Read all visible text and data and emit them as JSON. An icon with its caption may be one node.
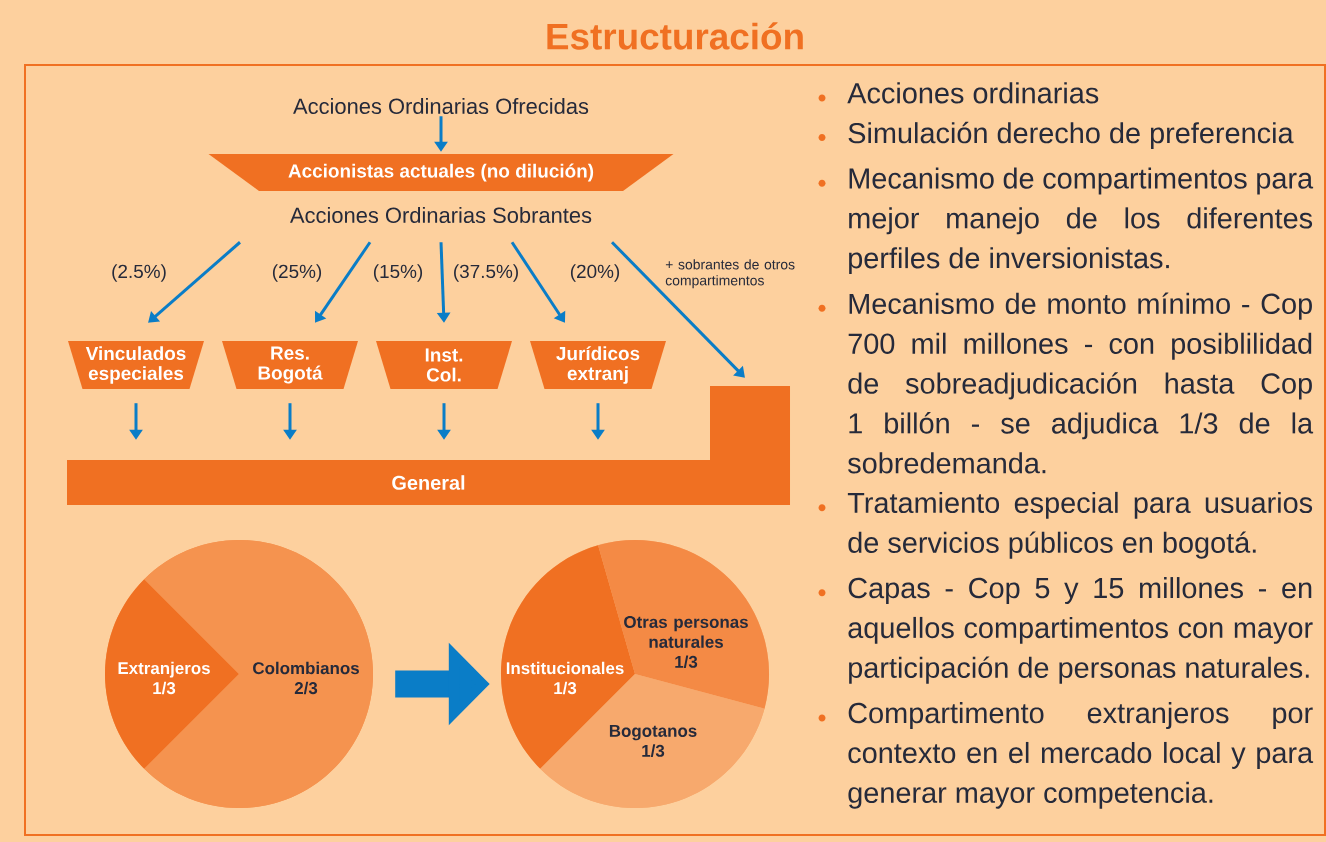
{
  "diagram": {
    "title": "Estructuración",
    "nodes": [
      {
        "text": [
          "Acciones Ordinarias Ofrecidas"
        ]
      },
      {
        "text": [
          "Accionistas actuales (no dilución)"
        ]
      },
      {
        "text": [
          "Acciones Ordinarias Sobrantes"
        ]
      },
      {
        "text": [
          "Vinculados especiales"
        ]
      },
      {
        "text": [
          "Res. Bogotá"
        ]
      },
      {
        "text": [
          "Inst. Col."
        ]
      },
      {
        "text": [
          "Jurídicos extranj"
        ]
      },
      {
        "text": [
          "General"
        ]
      },
      {
        "text": [],
        "shape": "circle"
      },
      {
        "text": [
          "Extranjeros",
          "1/3"
        ],
        "in": 8
      },
      {
        "text": [
          "Colombianos",
          "2/3"
        ],
        "in": 8
      },
      {
        "text": [],
        "shape": "circle"
      },
      {
        "text": [
          "Institucionales",
          "1/3"
        ],
        "in": 11
      },
      {
        "text": [
          "Otras personas naturales",
          "1/3"
        ],
        "in": 11
      },
      {
        "text": [
          "Bogotanos",
          "1/3"
        ],
        "in": 11
      }
    ],
    "edges": [
      {
        "from": 0,
        "to": 1,
        "arrow": "to"
      },
      {
        "from": 2,
        "to": 3,
        "arrow": "to",
        "label": "(2.5%)"
      },
      {
        "from": 2,
        "to": 4,
        "arrow": "to",
        "label": "(25%)"
      },
      {
        "from": 2,
        "to": 5,
        "arrow": "to",
        "label": "(15%)"
      },
      {
        "from": 2,
        "to": 6,
        "arrow": "to",
        "label": "(37.5%)"
      },
      {
        "from": 2,
        "to": 7,
        "arrow": "to",
        "label": "(20%)"
      },
      {
        "from": 3,
        "to": 7,
        "arrow": "to"
      },
      {
        "from": 4,
        "to": 7,
        "arrow": "to"
      },
      {
        "from": 5,
        "to": 7,
        "arrow": "to"
      },
      {
        "from": 6,
        "to": 7,
        "arrow": "to"
      },
      {
        "from": 8,
        "to": 11,
        "arrow": "to",
        "style": "thick"
      }
    ],
    "labels": [
      "+ sobrantes de otros compartimentos",
      "Acciones ordinarias",
      "Simulación derecho de preferencia",
      "Mecanismo de compartimentos para mejor manejo de los diferentes perfiles de inversionistas.",
      "Mecanismo de monto mínimo - Cop 700 mil millones - con posiblilidad de sobreadjudicación hasta Cop 1 billón - se adjudica 1/3 de la sobredemanda.",
      "Tratamiento especial para usuarios de servicios públicos en bogotá.",
      "Capas - Cop 5 y 15 millones - en aquellos compartimentos con mayor participación de personas naturales.",
      "Compartimento extranjeros por contexto en el mercado local y para generar mayor competencia."
    ]
  }
}
